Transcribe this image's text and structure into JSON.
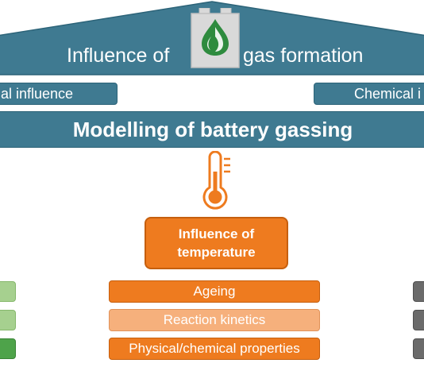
{
  "roof": {
    "title_left": "Influence of",
    "title_right": "gas formation",
    "colors": {
      "roof": "#3f7a91",
      "battery_icon": "#d9d9d9",
      "drop_icon": "#2e8b3e"
    }
  },
  "side_labels": {
    "left": "al influence",
    "right": "Chemical i"
  },
  "band": {
    "title": "Modelling of battery gassing"
  },
  "icons": {
    "thermometer": "thermometer-icon",
    "battery": "battery-icon",
    "drop": "drop-icon"
  },
  "center": {
    "box_line1": "Influence of",
    "box_line2": "temperature",
    "items": [
      {
        "label": "Ageing",
        "style": "dark"
      },
      {
        "label": "Reaction kinetics",
        "style": "light"
      },
      {
        "label": "Physical/chemical properties",
        "style": "dark"
      }
    ],
    "accent": "#ee7b1f",
    "accent_light": "#f6b07c"
  },
  "side_boxes": {
    "left_colors": [
      "#a6d08f",
      "#a6d08f",
      "#4ea34a"
    ],
    "right_colors": [
      "#6b6b6b",
      "#6b6b6b",
      "#6b6b6b"
    ]
  }
}
